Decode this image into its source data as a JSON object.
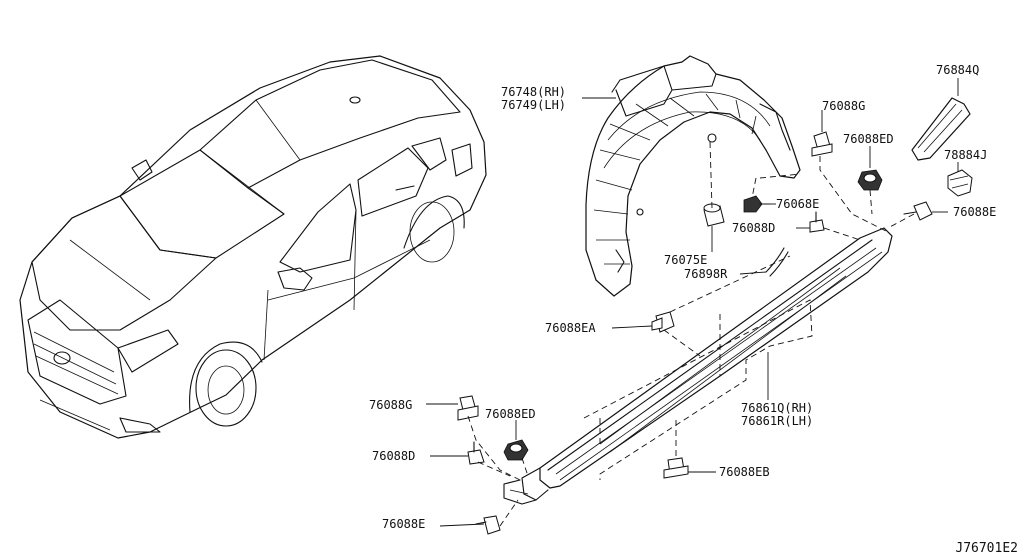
{
  "diagram": {
    "reference_code": "J76701E2",
    "labels": {
      "wheel_house_protector_rh": "76748(RH)",
      "wheel_house_protector_lh": "76749(LH)",
      "clip_76088G_top": "76088G",
      "clip_76088ED_top": "76088ED",
      "finisher_76884Q": "76884Q",
      "clip_78884J": "78884J",
      "clip_76088E_right": "76088E",
      "clip_76068E": "76068E",
      "clip_76088D_right": "76088D",
      "grommet_76075E": "76075E",
      "seal_76898R": "76898R",
      "clip_76088EA": "76088EA",
      "clip_76088G_left": "76088G",
      "clip_76088ED_left": "76088ED",
      "sill_cover_rh": "76861Q(RH)",
      "sill_cover_lh": "76861R(LH)",
      "clip_76088D_left": "76088D",
      "clip_76088EB": "76088EB",
      "clip_76088E_bottom": "76088E"
    }
  }
}
